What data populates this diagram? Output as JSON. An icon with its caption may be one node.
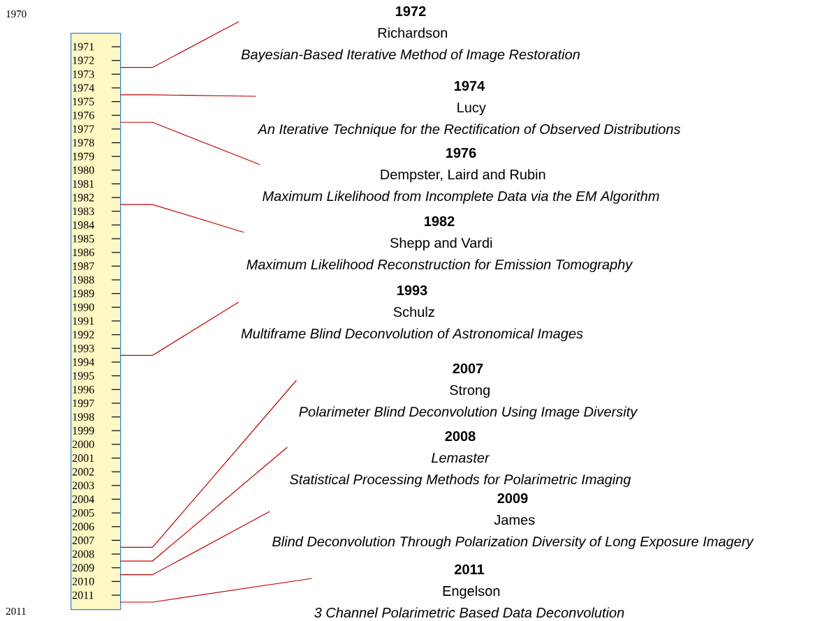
{
  "diagram": {
    "nodes": [
      {
        "text": [],
        "shape": "bar"
      },
      {
        "text": [
          "1971"
        ],
        "in": 0
      },
      {
        "text": [
          "1972"
        ],
        "in": 0
      },
      {
        "text": [
          "1973"
        ],
        "in": 0
      },
      {
        "text": [
          "1974"
        ],
        "in": 0
      },
      {
        "text": [
          "1975"
        ],
        "in": 0
      },
      {
        "text": [
          "1976"
        ],
        "in": 0
      },
      {
        "text": [
          "1977"
        ],
        "in": 0
      },
      {
        "text": [
          "1978"
        ],
        "in": 0
      },
      {
        "text": [
          "1979"
        ],
        "in": 0
      },
      {
        "text": [
          "1980"
        ],
        "in": 0
      },
      {
        "text": [
          "1981"
        ],
        "in": 0
      },
      {
        "text": [
          "1982"
        ],
        "in": 0
      },
      {
        "text": [
          "1983"
        ],
        "in": 0
      },
      {
        "text": [
          "1984"
        ],
        "in": 0
      },
      {
        "text": [
          "1985"
        ],
        "in": 0
      },
      {
        "text": [
          "1986"
        ],
        "in": 0
      },
      {
        "text": [
          "1987"
        ],
        "in": 0
      },
      {
        "text": [
          "1988"
        ],
        "in": 0
      },
      {
        "text": [
          "1989"
        ],
        "in": 0
      },
      {
        "text": [
          "1990"
        ],
        "in": 0
      },
      {
        "text": [
          "1991"
        ],
        "in": 0
      },
      {
        "text": [
          "1992"
        ],
        "in": 0
      },
      {
        "text": [
          "1993"
        ],
        "in": 0
      },
      {
        "text": [
          "1994"
        ],
        "in": 0
      },
      {
        "text": [
          "1995"
        ],
        "in": 0
      },
      {
        "text": [
          "1996"
        ],
        "in": 0
      },
      {
        "text": [
          "1997"
        ],
        "in": 0
      },
      {
        "text": [
          "1998"
        ],
        "in": 0
      },
      {
        "text": [
          "1999"
        ],
        "in": 0
      },
      {
        "text": [
          "2000"
        ],
        "in": 0
      },
      {
        "text": [
          "2001"
        ],
        "in": 0
      },
      {
        "text": [
          "2002"
        ],
        "in": 0
      },
      {
        "text": [
          "2003"
        ],
        "in": 0
      },
      {
        "text": [
          "2004"
        ],
        "in": 0
      },
      {
        "text": [
          "2005"
        ],
        "in": 0
      },
      {
        "text": [
          "2006"
        ],
        "in": 0
      },
      {
        "text": [
          "2007"
        ],
        "in": 0
      },
      {
        "text": [
          "2008"
        ],
        "in": 0
      },
      {
        "text": [
          "2009"
        ],
        "in": 0
      },
      {
        "text": [
          "2010"
        ],
        "in": 0
      },
      {
        "text": [
          "2011"
        ],
        "in": 0
      },
      {
        "text": [
          "1972",
          "Richardson",
          "Bayesian-Based Iterative Method of Image Restoration"
        ]
      },
      {
        "text": [
          "1974",
          "Lucy",
          "An Iterative Technique for the Rectification of Observed Distributions"
        ]
      },
      {
        "text": [
          "1976",
          "Dempster, Laird and Rubin",
          "Maximum Likelihood from Incomplete Data via the EM Algorithm"
        ]
      },
      {
        "text": [
          "1982",
          "Shepp and Vardi",
          "Maximum Likelihood Reconstruction for Emission Tomography"
        ]
      },
      {
        "text": [
          "1993",
          "Schulz",
          "Multiframe Blind Deconvolution of Astronomical Images"
        ]
      },
      {
        "text": [
          "2007",
          "Strong",
          "Polarimeter Blind Deconvolution Using Image Diversity"
        ]
      },
      {
        "text": [
          "2008",
          "Lemaster",
          "Statistical Processing Methods for Polarimetric Imaging"
        ]
      },
      {
        "text": [
          "2009",
          "James",
          "Blind Deconvolution Through Polarization Diversity of Long Exposure Imagery"
        ]
      },
      {
        "text": [
          "2011",
          "Engelson",
          "3 Channel Polarimetric Based Data Deconvolution"
        ]
      }
    ],
    "edges": [
      {
        "from": 2,
        "to": 42,
        "arrow": "none"
      },
      {
        "from": 4,
        "to": 43,
        "arrow": "none"
      },
      {
        "from": 6,
        "to": 44,
        "arrow": "none"
      },
      {
        "from": 12,
        "to": 45,
        "arrow": "none"
      },
      {
        "from": 23,
        "to": 46,
        "arrow": "none"
      },
      {
        "from": 37,
        "to": 47,
        "arrow": "none"
      },
      {
        "from": 38,
        "to": 48,
        "arrow": "none"
      },
      {
        "from": 39,
        "to": 49,
        "arrow": "none"
      },
      {
        "from": 41,
        "to": 50,
        "arrow": "none"
      }
    ],
    "labels": [
      "1970",
      "2011"
    ]
  }
}
